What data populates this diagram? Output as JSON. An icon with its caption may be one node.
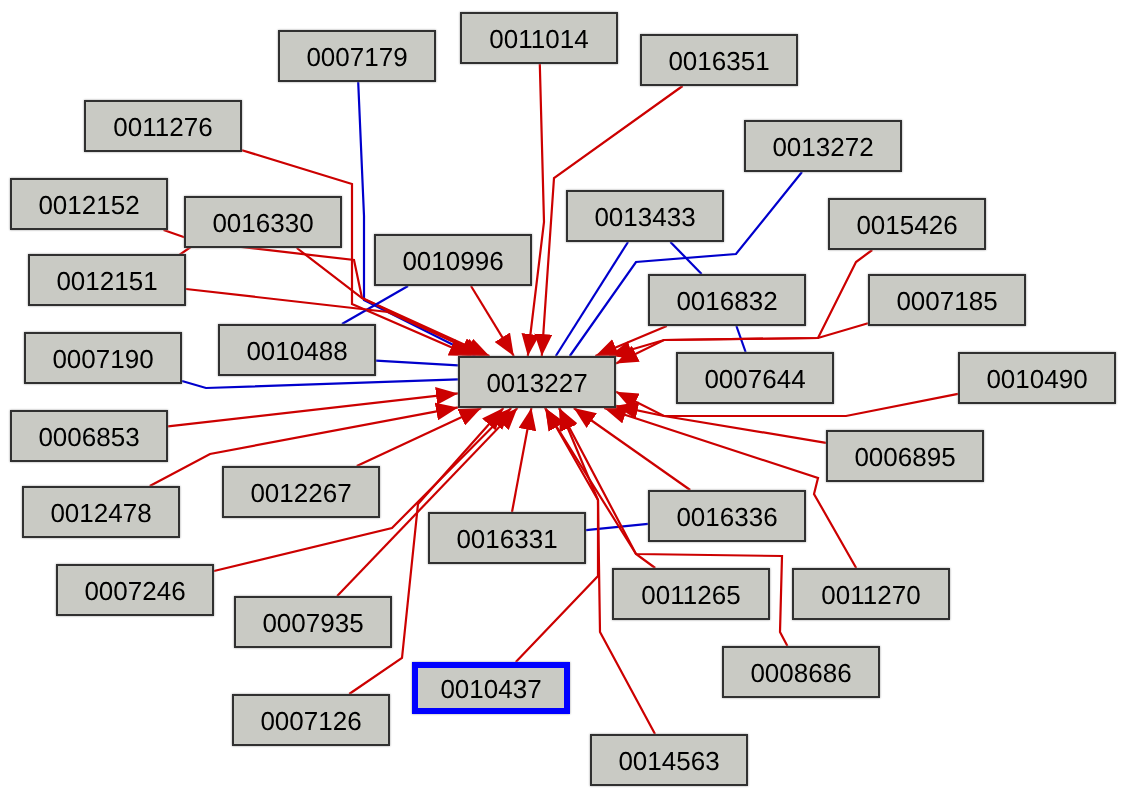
{
  "diagram": {
    "nodes": [
      {
        "text": [
          "0011014"
        ]
      },
      {
        "text": [
          "0007179"
        ]
      },
      {
        "text": [
          "0016351"
        ]
      },
      {
        "text": [
          "0011276"
        ]
      },
      {
        "text": [
          "0013272"
        ]
      },
      {
        "text": [
          "0012152"
        ]
      },
      {
        "text": [
          "0013433"
        ]
      },
      {
        "text": [
          "0016330"
        ]
      },
      {
        "text": [
          "0015426"
        ]
      },
      {
        "text": [
          "0010996"
        ]
      },
      {
        "text": [
          "0012151"
        ]
      },
      {
        "text": [
          "0016832"
        ]
      },
      {
        "text": [
          "0007185"
        ]
      },
      {
        "text": [
          "0010488"
        ]
      },
      {
        "text": [
          "0007190"
        ]
      },
      {
        "text": [
          "0007644"
        ]
      },
      {
        "text": [
          "0010490"
        ]
      },
      {
        "text": [
          "0013227"
        ]
      },
      {
        "text": [
          "0006853"
        ]
      },
      {
        "text": [
          "0006895"
        ]
      },
      {
        "text": [
          "0012267"
        ]
      },
      {
        "text": [
          "0012478"
        ]
      },
      {
        "text": [
          "0016336"
        ]
      },
      {
        "text": [
          "0016331"
        ]
      },
      {
        "text": [
          "0007246"
        ]
      },
      {
        "text": [
          "0011265"
        ]
      },
      {
        "text": [
          "0011270"
        ]
      },
      {
        "text": [
          "0007935"
        ]
      },
      {
        "text": [
          "0010437"
        ]
      },
      {
        "text": [
          "0008686"
        ]
      },
      {
        "text": [
          "0007126"
        ]
      },
      {
        "text": [
          "0014563"
        ]
      }
    ],
    "edges": [
      {
        "from": 0,
        "to": 17,
        "arrow": "to"
      },
      {
        "from": 1,
        "to": 17,
        "arrow": "none",
        "color": "#0000cc"
      },
      {
        "from": 2,
        "to": 17,
        "arrow": "to"
      },
      {
        "from": 3,
        "to": 17,
        "arrow": "to"
      },
      {
        "from": 4,
        "to": 17,
        "arrow": "none",
        "color": "#0000cc"
      },
      {
        "from": 5,
        "to": 17,
        "arrow": "to"
      },
      {
        "from": 6,
        "to": 17,
        "arrow": "none",
        "color": "#0000cc"
      },
      {
        "from": 6,
        "to": 11,
        "arrow": "none",
        "color": "#0000cc"
      },
      {
        "from": 7,
        "to": 17,
        "arrow": "to"
      },
      {
        "from": 8,
        "to": 17,
        "arrow": "to"
      },
      {
        "from": 9,
        "to": 17,
        "arrow": "to"
      },
      {
        "from": 9,
        "to": 13,
        "arrow": "none",
        "color": "#0000cc"
      },
      {
        "from": 10,
        "to": 17,
        "arrow": "to"
      },
      {
        "from": 11,
        "to": 17,
        "arrow": "to"
      },
      {
        "from": 11,
        "to": 15,
        "arrow": "none",
        "color": "#0000cc"
      },
      {
        "from": 12,
        "to": 17,
        "arrow": "to"
      },
      {
        "from": 13,
        "to": 17,
        "arrow": "none",
        "color": "#0000cc"
      },
      {
        "from": 14,
        "to": 17,
        "arrow": "none",
        "color": "#0000cc"
      },
      {
        "from": 16,
        "to": 17,
        "arrow": "to"
      },
      {
        "from": 18,
        "to": 17,
        "arrow": "to"
      },
      {
        "from": 19,
        "to": 17,
        "arrow": "to"
      },
      {
        "from": 20,
        "to": 17,
        "arrow": "to"
      },
      {
        "from": 21,
        "to": 17,
        "arrow": "to"
      },
      {
        "from": 22,
        "to": 17,
        "arrow": "to"
      },
      {
        "from": 23,
        "to": 17,
        "arrow": "to"
      },
      {
        "from": 23,
        "to": 22,
        "arrow": "none",
        "color": "#0000cc"
      },
      {
        "from": 24,
        "to": 17,
        "arrow": "to"
      },
      {
        "from": 25,
        "to": 17,
        "arrow": "to"
      },
      {
        "from": 26,
        "to": 17,
        "arrow": "to"
      },
      {
        "from": 27,
        "to": 17,
        "arrow": "to"
      },
      {
        "from": 28,
        "to": 17,
        "arrow": "to"
      },
      {
        "from": 29,
        "to": 17,
        "arrow": "to"
      },
      {
        "from": 30,
        "to": 17,
        "arrow": "to"
      },
      {
        "from": 31,
        "to": 17,
        "arrow": "to"
      }
    ]
  }
}
